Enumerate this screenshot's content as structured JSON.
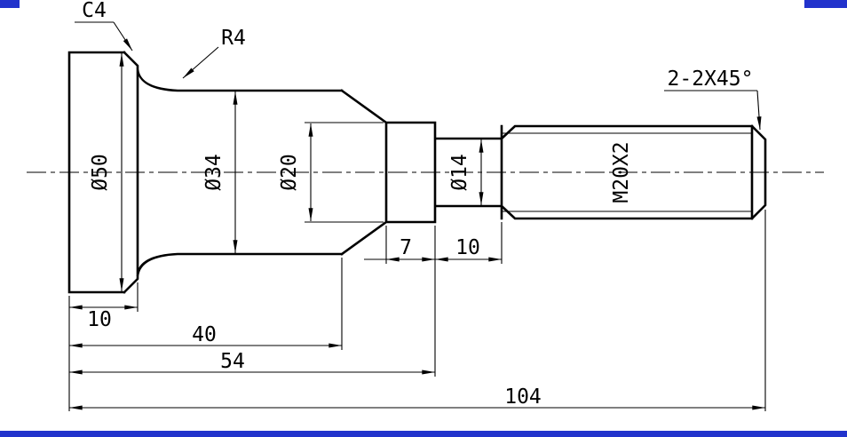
{
  "chrome": {
    "accent_color": "#2233cc"
  },
  "drawing": {
    "annotations": {
      "left_chamfer": "C4",
      "fillet_radius": "R4",
      "end_chamfers": "2-2X45°"
    },
    "diameters": {
      "flange": "Ø50",
      "body": "Ø34",
      "collar": "Ø20",
      "neck": "Ø14",
      "thread_spec": "M20X2"
    },
    "lengths": {
      "flange_width": "10",
      "collar_width": "7",
      "neck_width": "10",
      "flange_to_taper": "40",
      "flange_to_collar_end": "54",
      "overall_length": "104"
    }
  }
}
